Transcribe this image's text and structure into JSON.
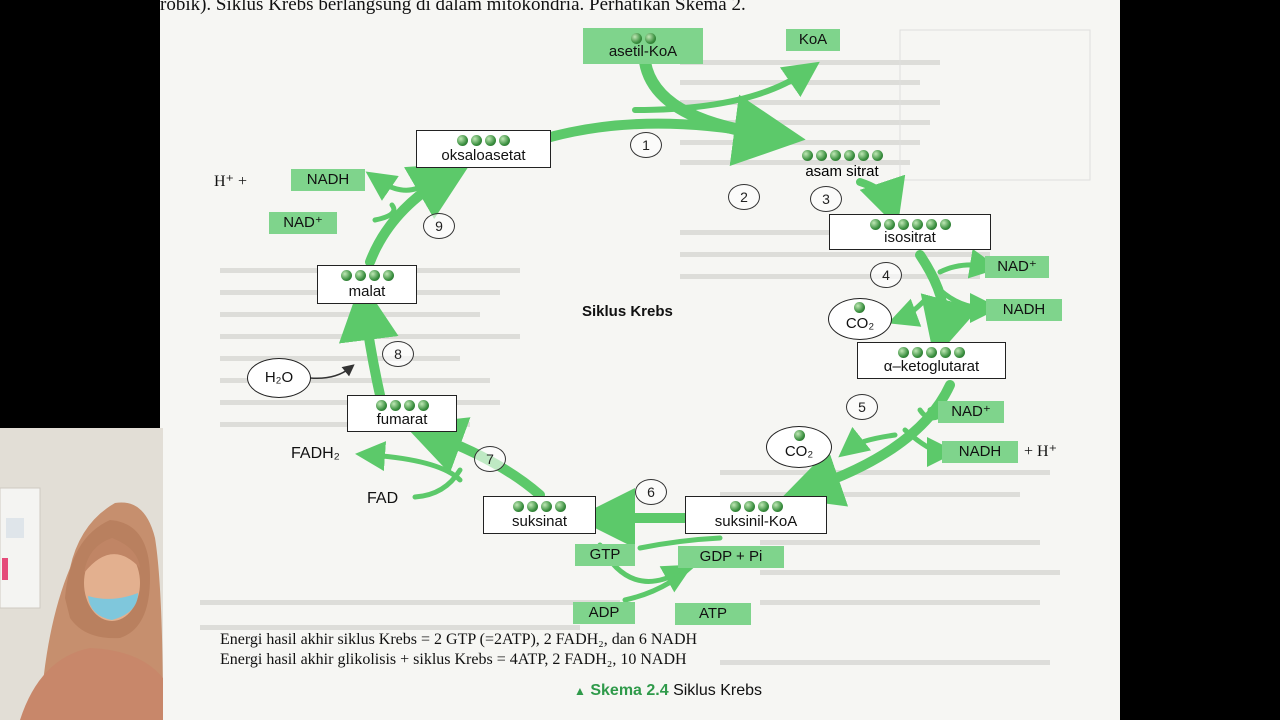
{
  "header_text": "robik). Siklus Krebs berlangsung di dalam mitokondria. Perhatikan Skema 2.",
  "diagram": {
    "center_title": "Siklus Krebs",
    "molecules": {
      "asetil_koa": "asetil-KoA",
      "koa": "KoA",
      "asam_sitrat": "asam sitrat",
      "oksaloasetat": "oksaloasetat",
      "isositrat": "isositrat",
      "ketoglutarat": "α–ketoglutarat",
      "suksinil_koa": "suksinil-KoA",
      "suksinat": "suksinat",
      "fumarat": "fumarat",
      "malat": "malat"
    },
    "cofactors": {
      "h_plus_left": "H⁺ +",
      "nadh_left": "NADH",
      "nad_left": "NAD⁺",
      "nad_4": "NAD⁺",
      "nadh_4": "NADH",
      "nad_5": "NAD⁺",
      "nadh_5": "NADH",
      "h_plus_5": "+ H⁺",
      "co2_4": "CO₂",
      "co2_5": "CO₂",
      "h2o": "H₂O",
      "fadh2": "FADH₂",
      "fad": "FAD",
      "gtp": "GTP",
      "gdp_pi": "GDP + Pi",
      "adp": "ADP",
      "atp": "ATP"
    },
    "steps": [
      "1",
      "2",
      "3",
      "4",
      "5",
      "6",
      "7",
      "8",
      "9"
    ]
  },
  "energy_lines": [
    "Energi hasil akhir siklus Krebs = 2 GTP (=2ATP), 2 FADH₂, dan 6 NADH",
    "Energi hasil akhir glikolisis + siklus Krebs = 4ATP, 2 FADH₂, 10 NADH"
  ],
  "caption": {
    "marker": "▲",
    "number": "Skema 2.4",
    "title": "Siklus Krebs"
  },
  "colors": {
    "arrow_green": "#5cc96a",
    "label_green": "#7fd48c",
    "bead_green": "#3a8f3f",
    "caption_green": "#2f9a4a"
  }
}
